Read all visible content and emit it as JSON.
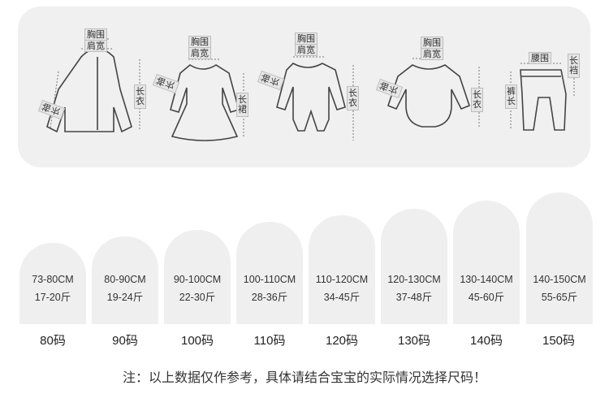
{
  "guide": {
    "items": [
      {
        "name": "jacket",
        "labels": [
          "胸围",
          "肩宽",
          "袖长",
          "长衣"
        ]
      },
      {
        "name": "dress",
        "labels": [
          "胸围",
          "肩宽",
          "袖长",
          "长裙"
        ]
      },
      {
        "name": "romper",
        "labels": [
          "胸围",
          "肩宽",
          "袖长",
          "长衣"
        ]
      },
      {
        "name": "bodysuit",
        "labels": [
          "胸围",
          "肩宽",
          "袖长",
          "长衣"
        ]
      },
      {
        "name": "pants",
        "labels": [
          "腰围",
          "裤长",
          "长裆"
        ]
      }
    ]
  },
  "sizes": [
    {
      "range": "73-80CM",
      "weight": "17-20斤",
      "label": "80码"
    },
    {
      "range": "80-90CM",
      "weight": "19-24斤",
      "label": "90码"
    },
    {
      "range": "90-100CM",
      "weight": "22-30斤",
      "label": "100码"
    },
    {
      "range": "100-110CM",
      "weight": "28-36斤",
      "label": "110码"
    },
    {
      "range": "110-120CM",
      "weight": "34-45斤",
      "label": "120码"
    },
    {
      "range": "120-130CM",
      "weight": "37-48斤",
      "label": "130码"
    },
    {
      "range": "130-140CM",
      "weight": "45-60斤",
      "label": "140码"
    },
    {
      "range": "140-150CM",
      "weight": "55-65斤",
      "label": "150码"
    }
  ],
  "note": "注：以上数据仅作参考，具体请结合宝宝的实际情况选择尺码！"
}
